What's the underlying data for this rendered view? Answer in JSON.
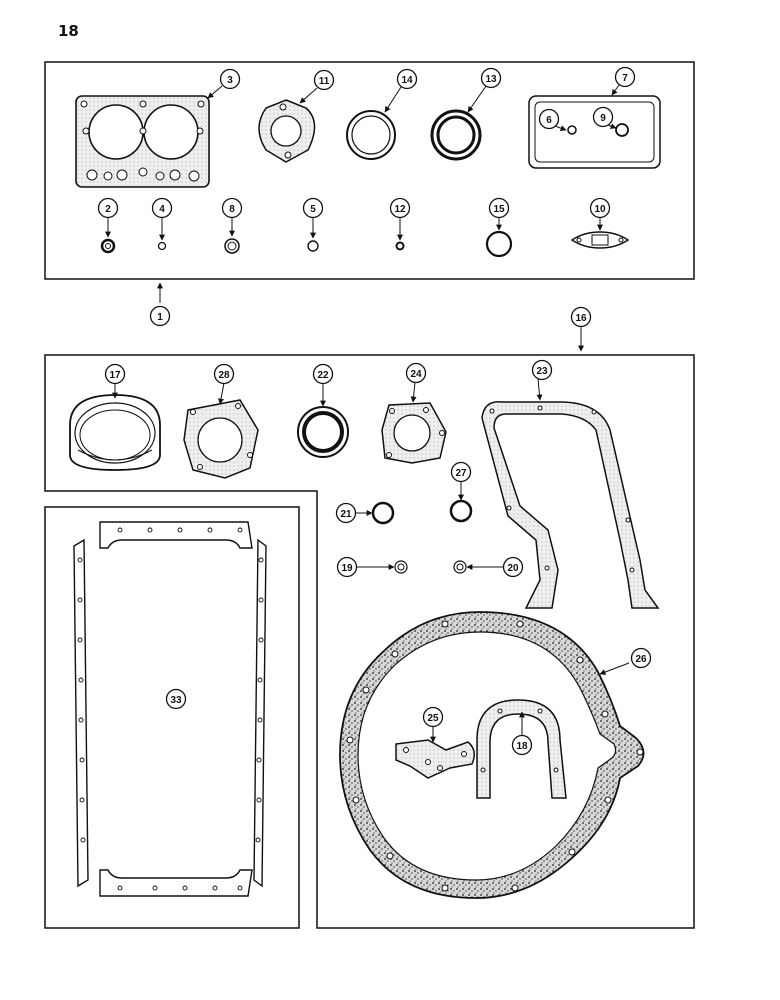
{
  "page": {
    "number": "18"
  },
  "callouts": {
    "c1": "1",
    "c2": "2",
    "c3": "3",
    "c4": "4",
    "c5": "5",
    "c6": "6",
    "c7": "7",
    "c8": "8",
    "c9": "9",
    "c10": "10",
    "c11": "11",
    "c12": "12",
    "c13": "13",
    "c14": "14",
    "c15": "15",
    "c16": "16",
    "c17": "17",
    "c18": "18",
    "c19": "19",
    "c20": "20",
    "c21": "21",
    "c22": "22",
    "c23": "23",
    "c24": "24",
    "c25": "25",
    "c26": "26",
    "c27": "27",
    "c28": "28",
    "c33": "33"
  }
}
